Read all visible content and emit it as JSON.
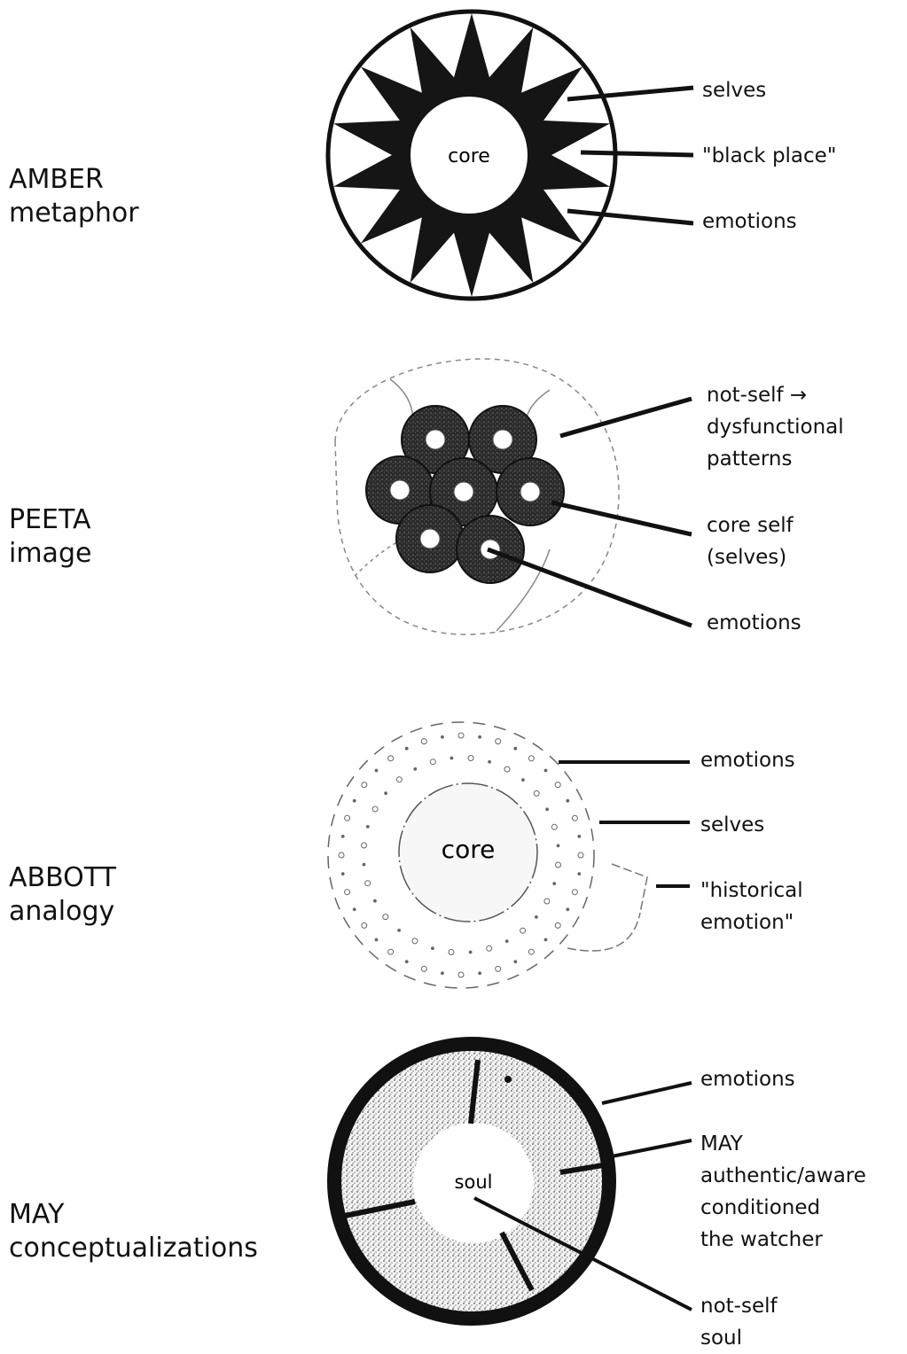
{
  "sections": [
    {
      "id": "amber",
      "title": "AMBER",
      "subtitle": "metaphor",
      "center_label": "core",
      "annotations": [
        {
          "lines": [
            "selves"
          ]
        },
        {
          "lines": [
            "\"black place\""
          ]
        },
        {
          "lines": [
            "emotions"
          ]
        }
      ]
    },
    {
      "id": "peeta",
      "title": "PEETA",
      "subtitle": "image",
      "annotations": [
        {
          "lines": [
            "not-self →",
            "dysfunctional",
            "patterns"
          ]
        },
        {
          "lines": [
            "core self",
            "(selves)"
          ]
        },
        {
          "lines": [
            "emotions"
          ]
        }
      ]
    },
    {
      "id": "abbott",
      "title": "ABBOTT",
      "subtitle": "analogy",
      "center_label": "core",
      "annotations": [
        {
          "lines": [
            "emotions"
          ]
        },
        {
          "lines": [
            "selves"
          ]
        },
        {
          "lines": [
            "\"historical",
            "emotion\""
          ]
        }
      ]
    },
    {
      "id": "may",
      "title": "MAY",
      "subtitle": "conceptualizations",
      "center_label": "soul",
      "annotations": [
        {
          "lines": [
            "emotions"
          ]
        },
        {
          "lines": [
            "MAY",
            "authentic/aware",
            "conditioned",
            "the watcher"
          ]
        },
        {
          "lines": [
            "not-self",
            "soul"
          ]
        }
      ]
    }
  ],
  "colors": {
    "ink": "#111111",
    "paper": "#ffffff",
    "stipple": "#555555"
  }
}
